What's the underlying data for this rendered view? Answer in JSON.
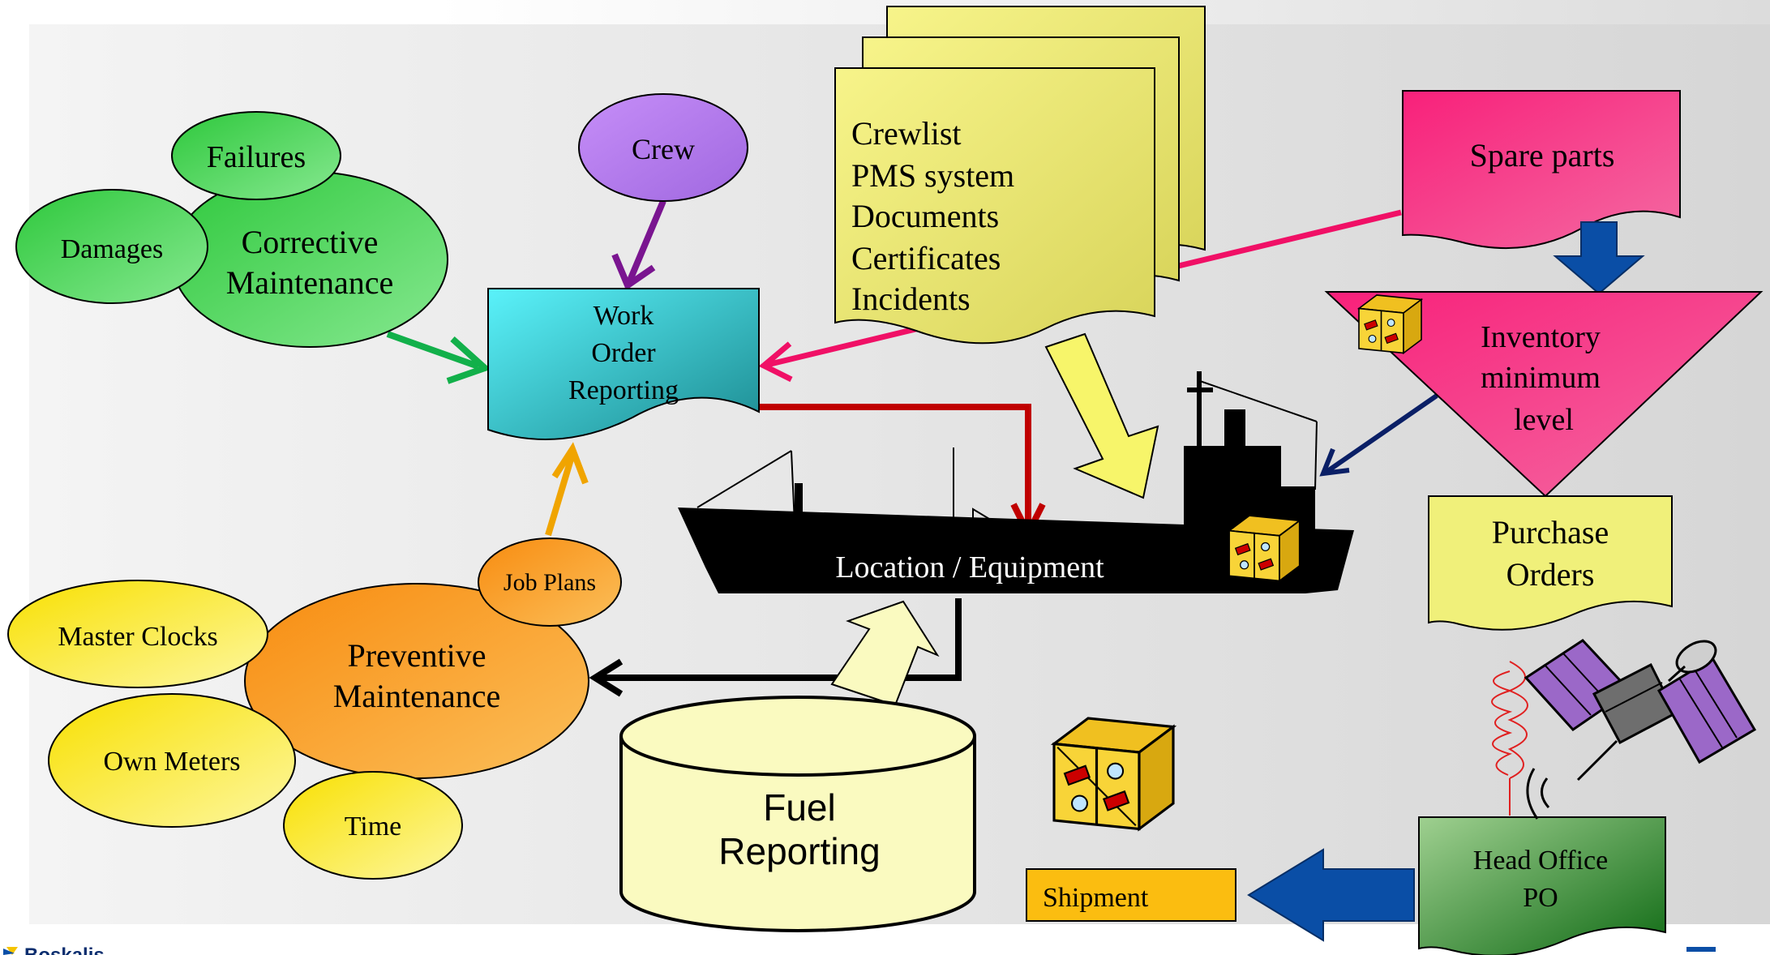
{
  "nodes": {
    "failures": "Failures",
    "damages": "Damages",
    "corrective": [
      "Corrective",
      "Maintenance"
    ],
    "crew": "Crew",
    "work_order": [
      "Work",
      "Order",
      "Reporting"
    ],
    "documents": [
      "Crewlist",
      "PMS system",
      "Documents",
      "Certificates",
      "Incidents"
    ],
    "spare_parts": "Spare parts",
    "inventory": [
      "Inventory",
      "minimum",
      "level"
    ],
    "purchase_orders": [
      "Purchase",
      "Orders"
    ],
    "location_equipment": "Location / Equipment",
    "job_plans": "Job Plans",
    "preventive": [
      "Preventive",
      "Maintenance"
    ],
    "master_clocks": "Master Clocks",
    "own_meters": "Own Meters",
    "time": "Time",
    "fuel_reporting": [
      "Fuel",
      "Reporting"
    ],
    "shipment": "Shipment",
    "head_office": [
      "Head Office",
      "PO"
    ]
  },
  "footer": {
    "logo_text": "Boskalis"
  },
  "colors": {
    "green": "#3ecb4a",
    "crew_purple": "#c08ef0",
    "work_order_cyan": "#4de8f0",
    "doc_yellow": "#f2f08a",
    "spare_pink": "#f0206e",
    "purchase_yellow": "#f0f07a",
    "orange": "#f7a028",
    "yellow_bubble": "#f8e81a",
    "fuel_cylinder": "#fafac0",
    "shipment_orange": "#fbbd10",
    "head_office_green": "#2e8a2a",
    "arrow_blue": "#0a4ea6"
  }
}
